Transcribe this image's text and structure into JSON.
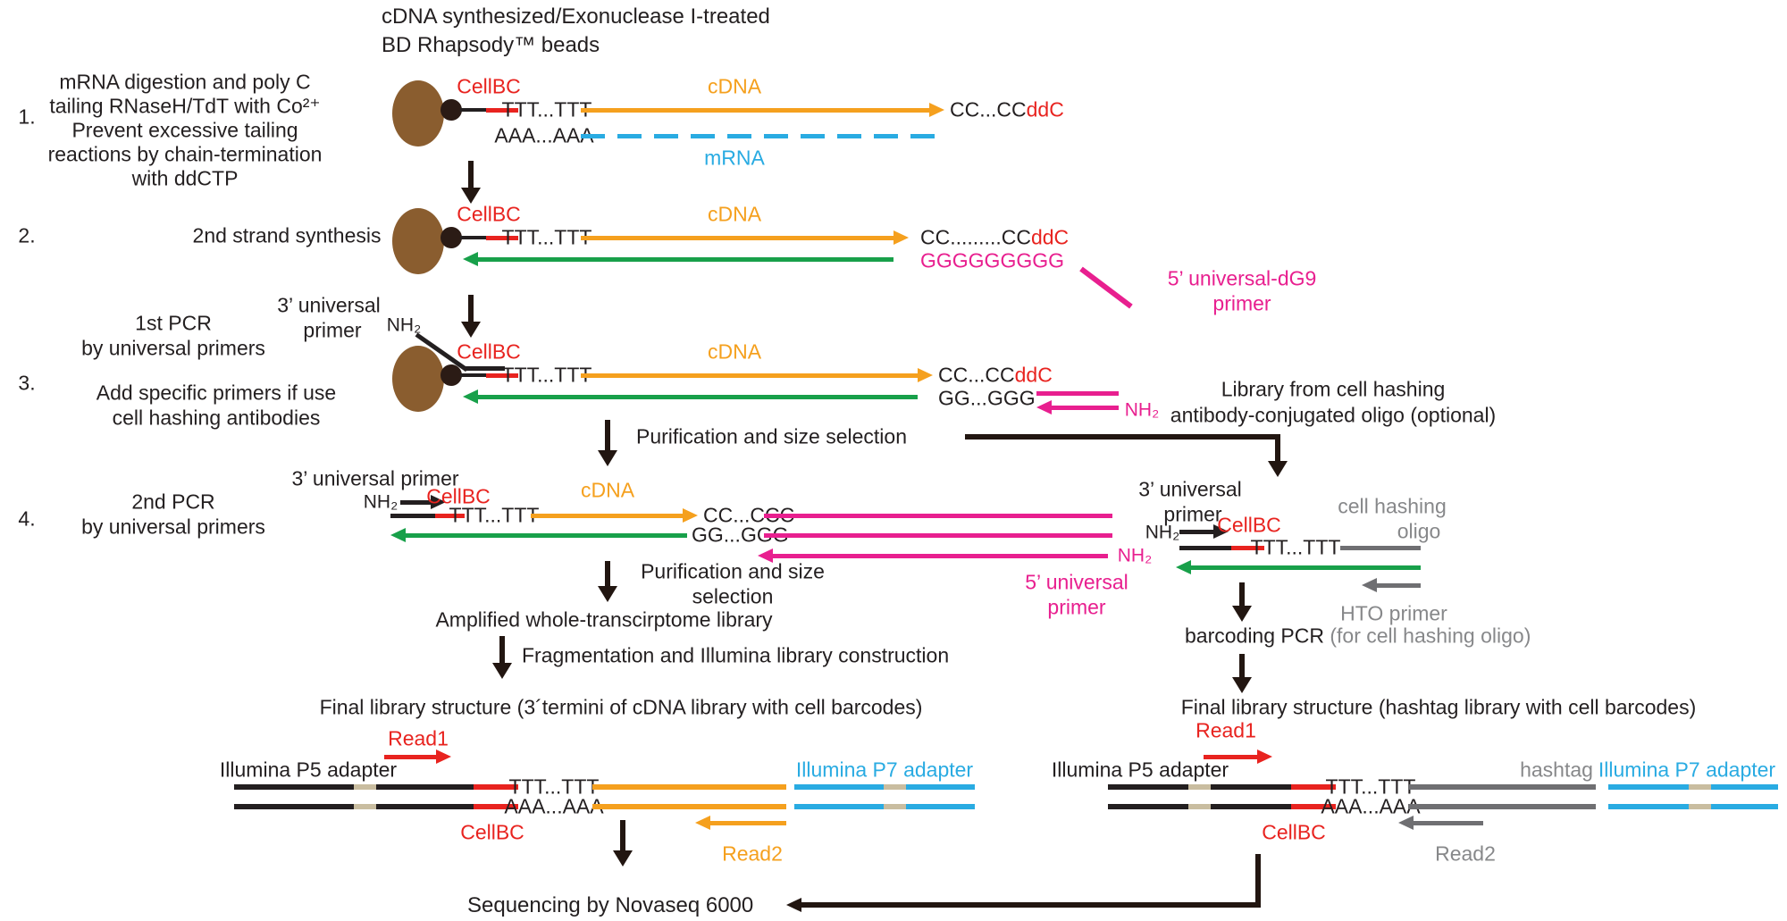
{
  "colors": {
    "red": "#e8231f",
    "orange": "#f5a01e",
    "green": "#18a04a",
    "magenta": "#e81f8f",
    "blue": "#29abe2",
    "gray_text": "#87888a",
    "gray_line": "#6f6f72",
    "tan": "#c9bda0",
    "bead_brown": "#8a5d2f",
    "black": "#231f20"
  },
  "title": {
    "line1": "cDNA synthesized/Exonuclease I-treated",
    "line2": "BD Rhapsody™ beads"
  },
  "steps": {
    "s1": {
      "num": "1.",
      "lines": [
        "mRNA digestion and poly C",
        "tailing RNaseH/TdT with Co²⁺",
        "Prevent excessive tailing",
        "reactions by chain-termination",
        "with ddCTP"
      ]
    },
    "s2": {
      "num": "2.",
      "label": "2nd strand synthesis"
    },
    "s3": {
      "num": "3.",
      "pcr1": "1st PCR",
      "pcr2": "by universal primers",
      "add1": "Add specific primers if use",
      "add2": "cell hashing antibodies"
    },
    "s4": {
      "num": "4.",
      "pcr1": "2nd PCR",
      "pcr2": "by universal primers"
    }
  },
  "row1": {
    "cellbc": "CellBC",
    "ttt": "TTT...TTT",
    "aaa": "AAA...AAA",
    "cdna": "cDNA",
    "cc": "CC...CC",
    "ddc": "ddC",
    "mrna": "mRNA"
  },
  "row2": {
    "cellbc": "CellBC",
    "ttt": "TTT...TTT",
    "cdna": "cDNA",
    "cc": "CC.........CC",
    "ddc": "ddC",
    "ggg": "GGGGGGGGG",
    "primer1": "5’ universal-dG9",
    "primer2": "primer"
  },
  "row3": {
    "up1": "3’ universal",
    "up2": "primer",
    "nh2": "NH₂",
    "cellbc": "CellBC",
    "ttt": "TTT...TTT",
    "cdna": "cDNA",
    "cc": "CC...CC",
    "ddc": "ddC",
    "gg": "GG...GGG",
    "nh2m": "NH₂",
    "lib1": "Library from cell hashing",
    "lib2": "antibody-conjugated oligo (optional)"
  },
  "purif1": "Purification and size selection",
  "row4": {
    "up": "3’ universal primer",
    "nh2": "NH₂",
    "cellbc": "CellBC",
    "ttt": "TTT...TTT",
    "cdna": "cDNA",
    "cc": "CC...CCC",
    "gg": "GG...GGG",
    "nh2m": "NH₂",
    "p51": "5’ universal",
    "p52": "primer"
  },
  "purif2": {
    "line1": "Purification and size",
    "line2": "selection"
  },
  "amplified": "Amplified whole-transcirptome library",
  "fragmentation": "Fragmentation and Illumina library construction",
  "branch": {
    "up1": "3’ universal",
    "up2": "primer",
    "nh2": "NH₂",
    "cellbc": "CellBC",
    "ttt": "TTT...TTT",
    "hash1": "cell hashing",
    "hash2": "oligo",
    "hto": "HTO primer",
    "bc1": "barcoding PCR",
    "bc2": " (for cell hashing oligo)"
  },
  "libLeft": {
    "title": "Final library structure (3´termini of cDNA library with cell barcodes)",
    "read1": "Read1",
    "p5": "Illumina P5 adapter",
    "p7": "Illumina P7 adapter",
    "ttt": "TTT...TTT",
    "aaa": "AAA...AAA",
    "cellbc": "CellBC",
    "read2": "Read2"
  },
  "libRight": {
    "title": "Final library structure (hashtag library with cell barcodes)",
    "read1": "Read1",
    "p5": "Illumina P5 adapter",
    "hashtag": "hashtag",
    "p7": "Illumina P7 adapter",
    "ttt": "TTT...TTT",
    "aaa": "AAA...AAA",
    "cellbc": "CellBC",
    "read2": "Read2"
  },
  "sequencing": "Sequencing by Novaseq 6000"
}
